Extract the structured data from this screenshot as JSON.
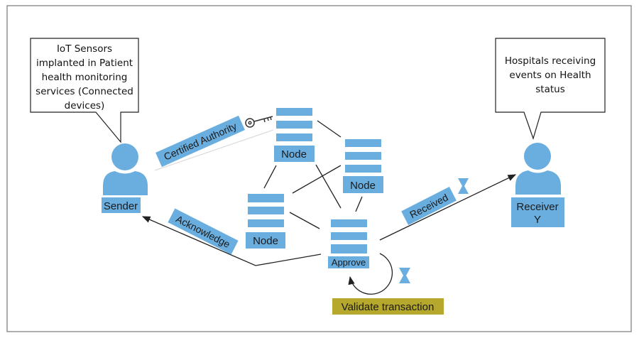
{
  "colors": {
    "node_blue": "#6aaee0",
    "validate_bg": "#b5a82c",
    "line": "#222222"
  },
  "sender": {
    "callout_lines": [
      "IoT Sensors",
      "implanted in Patient",
      "health monitoring",
      "services (Connected",
      "devices)"
    ],
    "label": "Sender",
    "icon": "user-icon"
  },
  "receiver": {
    "callout_lines": [
      "Hospitals receiving",
      "events on Health",
      "status"
    ],
    "label_lines": [
      "Receiver",
      "Y"
    ],
    "icon": "user-icon"
  },
  "nodes": [
    {
      "label": "Node"
    },
    {
      "label": "Node"
    },
    {
      "label": "Node"
    },
    {
      "label": "Approve"
    }
  ],
  "edges": {
    "certified": "Certified Authority",
    "acknowledge": "Acknowledge",
    "received": "Received",
    "validate": "Validate transaction"
  },
  "icons": {
    "key": "key-icon",
    "hourglass": "hourglass-icon"
  }
}
